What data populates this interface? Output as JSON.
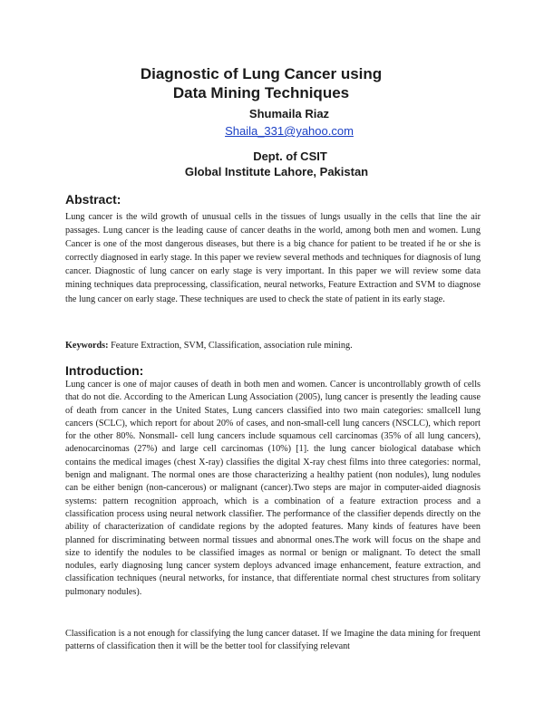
{
  "paper": {
    "title_line1": "Diagnostic of Lung Cancer using",
    "title_line2": "Data Mining Techniques",
    "author": "Shumaila Riaz",
    "email": "Shaila_331@yahoo.com",
    "department": "Dept. of CSIT",
    "institute": "Global Institute Lahore, Pakistan"
  },
  "abstract": {
    "heading": "Abstract:",
    "text": "Lung cancer is the wild growth of unusual cells in the tissues of lungs usually in the cells that line the air passages. Lung cancer is the leading cause of cancer deaths in the world, among both men and women. Lung Cancer is one of the most dangerous diseases, but there is a big chance for patient to be treated if he or she is correctly diagnosed in early stage. In this paper we review several methods and techniques for diagnosis of lung cancer.  Diagnostic of lung cancer on early stage is very important. In this paper we will review some data mining techniques data preprocessing, classification, neural networks, Feature Extraction and SVM to diagnose the lung cancer on early stage. These techniques are used to check the state of patient in its early stage."
  },
  "keywords": {
    "label": "Keywords:",
    "text": " Feature Extraction, SVM, Classification, association rule mining."
  },
  "introduction": {
    "heading": "Introduction:",
    "text": " Lung cancer is one of major causes of death in both men and women. Cancer is uncontrollably growth of cells that do not die. According to the American Lung Association (2005), lung cancer is presently the leading cause of death from cancer in the United States, Lung cancers classified into two main categories: smallcell lung cancers (SCLC), which report for about 20% of cases, and non-small-cell lung cancers (NSCLC), which report for the other 80%. Nonsmall- cell lung cancers include squamous cell carcinomas (35% of all lung cancers), adenocarcinomas (27%) and large cell carcinomas (10%) [1]. the lung cancer biological database which contains the medical images (chest X-ray) classifies the digital X-ray chest films into three categories: normal, benign and malignant. The normal ones are those characterizing a healthy patient (non nodules), lung nodules can be either benign (non-cancerous) or malignant (cancer).Two steps are major in computer-aided diagnosis systems: pattern recognition approach, which is a combination of a feature extraction process and a classification process using neural network classifier. The performance of the classifier depends directly on the ability of characterization of candidate regions by the adopted features. Many kinds of features have been planned for discriminating between normal tissues and abnormal ones.The work will focus on the shape and size to identify the nodules to be classified images as normal or benign or malignant. To detect the small nodules, early diagnosing lung cancer system deploys advanced image enhancement, feature extraction, and classification techniques (neural networks, for instance, that differentiate normal chest structures from solitary pulmonary nodules).",
    "classification_text": "Classification is a not enough for classifying the lung cancer dataset. If we Imagine the data mining for frequent patterns of classification then it will be the better tool for classifying relevant"
  }
}
